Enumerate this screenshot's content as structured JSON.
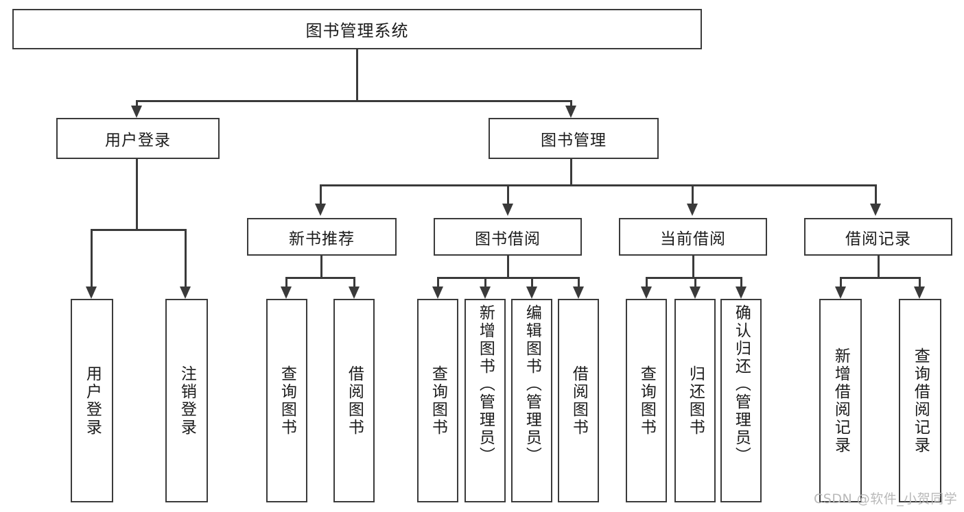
{
  "diagram": {
    "title": "图书管理系统",
    "root": {
      "label": "图书管理系统"
    },
    "level2": [
      {
        "label": "用户登录"
      },
      {
        "label": "图书管理"
      }
    ],
    "level3": [
      {
        "label": "新书推荐"
      },
      {
        "label": "图书借阅"
      },
      {
        "label": "当前借阅"
      },
      {
        "label": "借阅记录"
      }
    ],
    "leaves": {
      "user_login": [
        {
          "label": "用户登录"
        },
        {
          "label": "注销登录"
        }
      ],
      "new_book_recommend": [
        {
          "label": "查询图书"
        },
        {
          "label": "借阅图书"
        }
      ],
      "book_borrow": [
        {
          "label": "查询图书"
        },
        {
          "label": "新增图书（管理员）"
        },
        {
          "label": "编辑图书（管理员）"
        },
        {
          "label": "借阅图书"
        }
      ],
      "current_borrow": [
        {
          "label": "查询图书"
        },
        {
          "label": "归还图书"
        },
        {
          "label": "确认归还（管理员）"
        }
      ],
      "borrow_record": [
        {
          "label": "新增借阅记录"
        },
        {
          "label": "查询借阅记录"
        }
      ]
    }
  },
  "watermark": {
    "text": "CSDN @软件_小贺同学"
  },
  "colors": {
    "border": "#3a3a3a",
    "fill": "#ffffff",
    "text": "#1b1b1b",
    "watermark": "#b9b9b9"
  }
}
